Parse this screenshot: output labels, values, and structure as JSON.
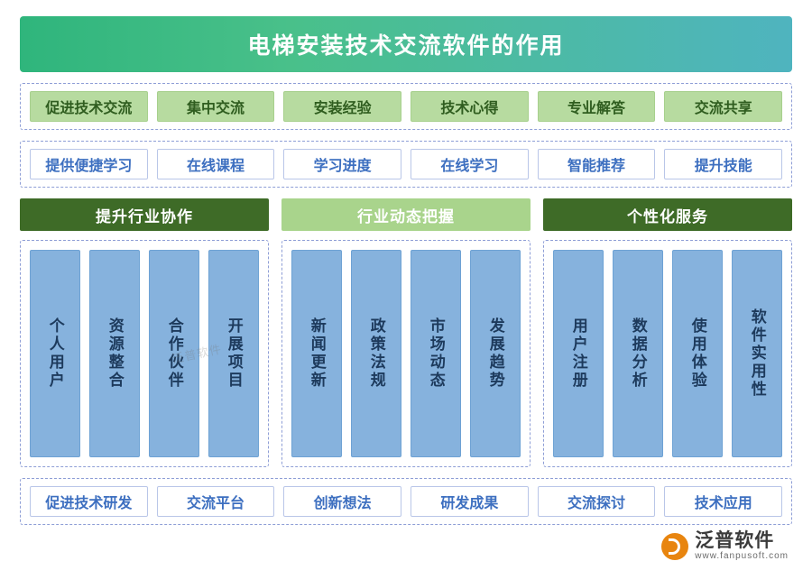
{
  "title": "电梯安装技术交流软件的作用",
  "row1": {
    "items": [
      {
        "label": "促进技术交流"
      },
      {
        "label": "集中交流"
      },
      {
        "label": "安装经验"
      },
      {
        "label": "技术心得"
      },
      {
        "label": "专业解答"
      },
      {
        "label": "交流共享"
      }
    ]
  },
  "row2": {
    "items": [
      {
        "label": "提供便捷学习"
      },
      {
        "label": "在线课程"
      },
      {
        "label": "学习进度"
      },
      {
        "label": "在线学习"
      },
      {
        "label": "智能推荐"
      },
      {
        "label": "提升技能"
      }
    ]
  },
  "columns": [
    {
      "heading": "提升行业协作",
      "style": "dark",
      "cards": [
        "个人用户",
        "资源整合",
        "合作伙伴",
        "开展项目"
      ]
    },
    {
      "heading": "行业动态把握",
      "style": "light",
      "cards": [
        "新闻更新",
        "政策法规",
        "市场动态",
        "发展趋势"
      ]
    },
    {
      "heading": "个性化服务",
      "style": "dark",
      "cards": [
        "用户注册",
        "数据分析",
        "使用体验",
        "软件实用性"
      ]
    }
  ],
  "row3": {
    "items": [
      {
        "label": "促进技术研发"
      },
      {
        "label": "交流平台"
      },
      {
        "label": "创新想法"
      },
      {
        "label": "研发成果"
      },
      {
        "label": "交流探讨"
      },
      {
        "label": "技术应用"
      }
    ]
  },
  "logo": {
    "name_cn": "泛普软件",
    "name_en": "www.fanpusoft.com"
  },
  "watermark": "泛普软件",
  "colors": {
    "banner_start": "#2fb57c",
    "banner_end": "#4fb4bf",
    "chip_green": "#b7dba0",
    "chip_blue_text": "#3d6fc0",
    "col_head_dark": "#3e6b27",
    "col_head_light": "#a9d48c",
    "card_blue": "#86b2dd",
    "dashed_border": "#8e9ed6",
    "logo_orange": "#e8850f"
  }
}
